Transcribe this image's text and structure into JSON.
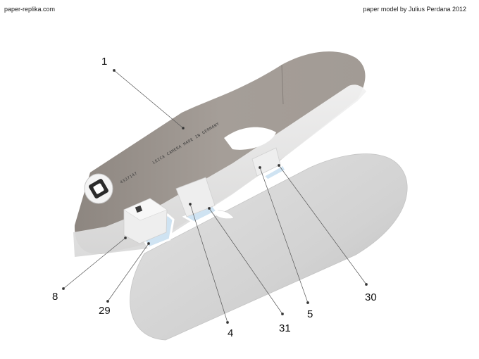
{
  "header": {
    "site": "paper-replika.com",
    "credit": "paper model by Julius Perdana 2012"
  },
  "engraving": {
    "serial": "4337147",
    "maker_text": "LEICA CAMERA MADE IN GERMANY"
  },
  "callouts": [
    {
      "id": "1",
      "text": "1"
    },
    {
      "id": "8",
      "text": "8"
    },
    {
      "id": "29",
      "text": "29"
    },
    {
      "id": "4",
      "text": "4"
    },
    {
      "id": "31",
      "text": "31"
    },
    {
      "id": "5",
      "text": "5"
    },
    {
      "id": "30",
      "text": "30"
    }
  ],
  "colors": {
    "body_top": "#9c958f",
    "body_side": "#8f8882",
    "inner_wall": "#e6e6e6",
    "base_plate": "#d4d4d4",
    "blue_part": "#cfe3f2"
  }
}
